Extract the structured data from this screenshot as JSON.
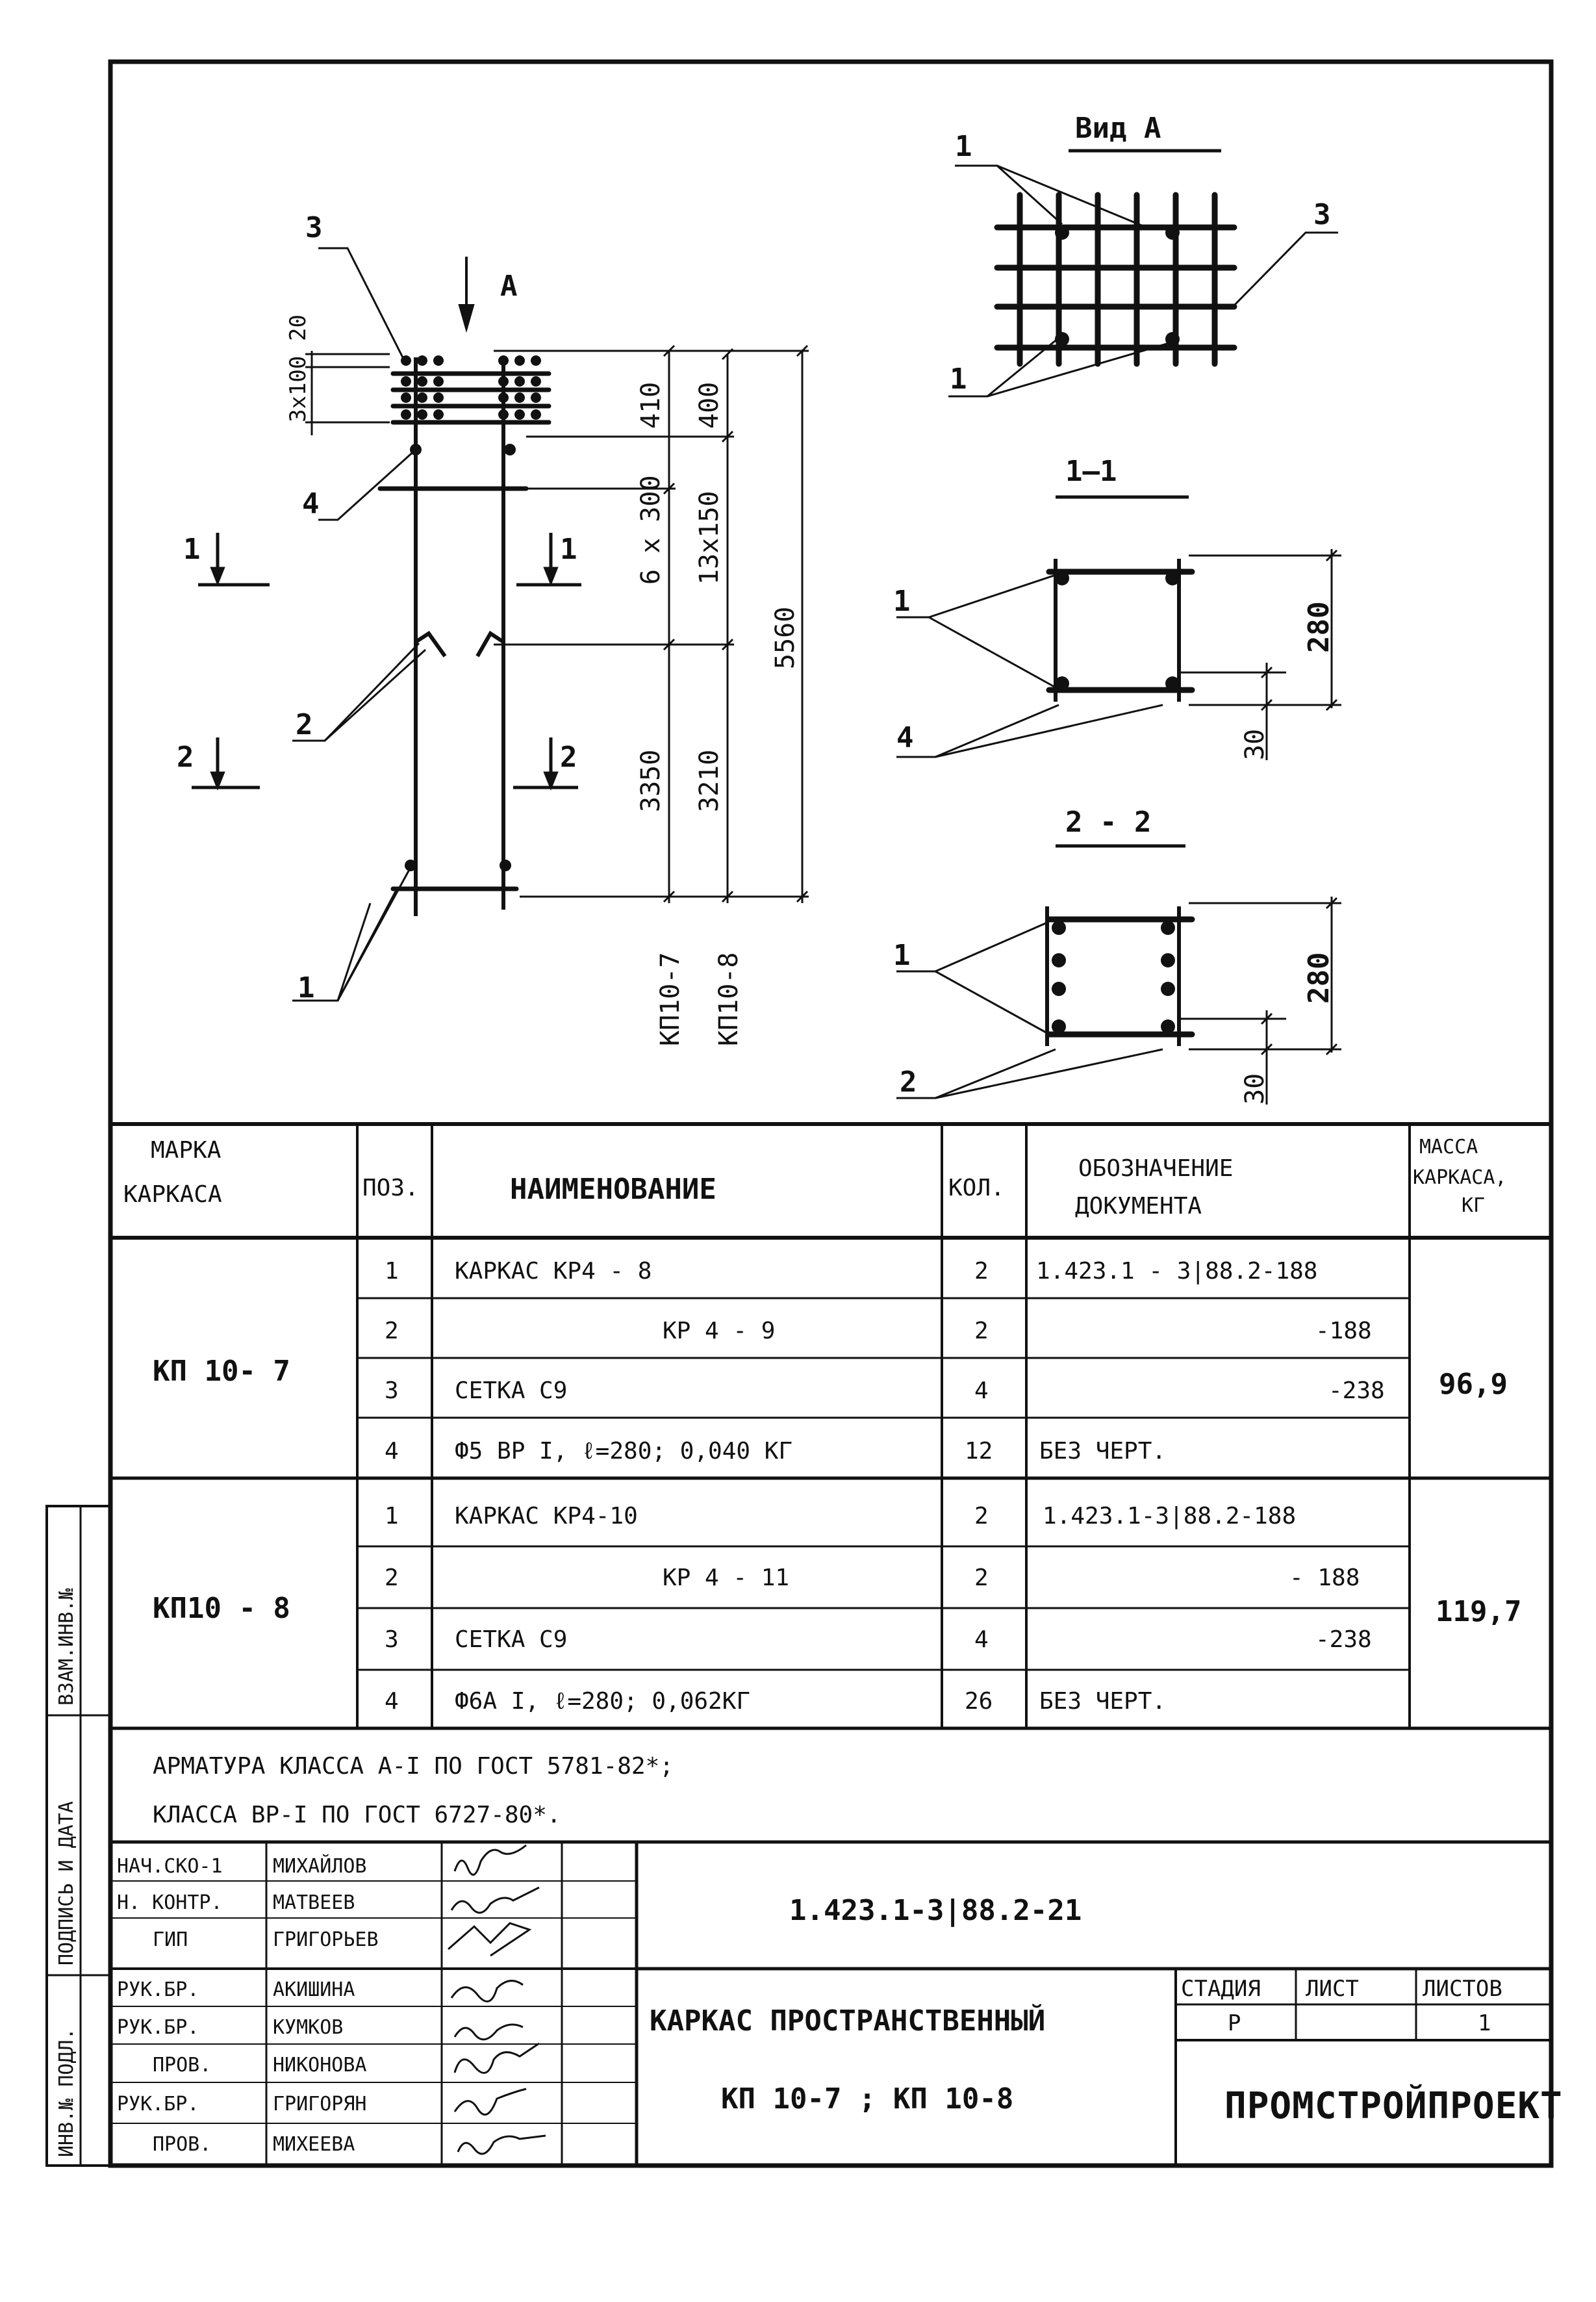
{
  "drawing": {
    "elevation": {
      "view_arrow_label": "А",
      "dims_left": [
        "20",
        "3x100"
      ],
      "dims_right": [
        "410",
        "6 x 300",
        "3350",
        "400",
        "13x150",
        "3210",
        "5560"
      ],
      "bottom_labels": [
        "КП10-7",
        "КП10-8"
      ],
      "callouts": [
        "3",
        "4",
        "2",
        "1"
      ],
      "section_markers": [
        "1",
        "1",
        "2",
        "2"
      ]
    },
    "view_a": {
      "title": "Вид А",
      "callouts": [
        "1",
        "1",
        "3"
      ]
    },
    "section_1": {
      "title": "1–1",
      "dim_height": "280",
      "dim_offset": "30",
      "callouts": [
        "1",
        "4"
      ]
    },
    "section_2": {
      "title": "2 - 2",
      "dim_height": "280",
      "dim_offset": "30",
      "callouts": [
        "1",
        "2"
      ]
    }
  },
  "spec_table": {
    "headers": {
      "mark": [
        "МАРКА",
        "КАРКАСА"
      ],
      "pos": "ПОЗ.",
      "name": "НАИМЕНОВАНИЕ",
      "qty": "КОЛ.",
      "doc": [
        "ОБОЗНАЧЕНИЕ",
        "ДОКУМЕНТА"
      ],
      "mass": [
        "МАССА",
        "КАРКАСА,",
        "КГ"
      ]
    },
    "groups": [
      {
        "mark": "КП 10- 7",
        "mass": "96,9",
        "rows": [
          {
            "pos": "1",
            "name": "КАРКАС  КР4 - 8",
            "qty": "2",
            "doc": "1.423.1 - 3|88.2-188"
          },
          {
            "pos": "2",
            "name": "КР 4 - 9",
            "qty": "2",
            "doc": "-188"
          },
          {
            "pos": "3",
            "name": "СЕТКА    С9",
            "qty": "4",
            "doc": "-238"
          },
          {
            "pos": "4",
            "name": "Ф5 ВР I, ℓ=280; 0,040 КГ",
            "qty": "12",
            "doc": "БЕЗ ЧЕРТ."
          }
        ]
      },
      {
        "mark": "КП10 - 8",
        "mass": "119,7",
        "rows": [
          {
            "pos": "1",
            "name": "КАРКАС   КР4-10",
            "qty": "2",
            "doc": "1.423.1-3|88.2-188"
          },
          {
            "pos": "2",
            "name": "КР 4 - 11",
            "qty": "2",
            "doc": "- 188"
          },
          {
            "pos": "3",
            "name": "СЕТКА     С9",
            "qty": "4",
            "doc": "-238"
          },
          {
            "pos": "4",
            "name": "Ф6А I, ℓ=280; 0,062КГ",
            "qty": "26",
            "doc": "БЕЗ ЧЕРТ."
          }
        ]
      }
    ]
  },
  "notes": [
    "АРМАТУРА  КЛАССА  А-I ПО ГОСТ 5781-82*;",
    "КЛАССА  ВР-I ПО ГОСТ 6727-80*."
  ],
  "side_stamp": [
    "ВЗАМ.ИНВ.№",
    "ПОДПИСЬ И ДАТА",
    "ИНВ.№ ПОДЛ."
  ],
  "title_block": {
    "doc_code": "1.423.1-3|88.2-21",
    "title_line1": "КАРКАС ПРОСТРАНСТВЕННЫЙ",
    "title_line2": "КП 10-7 ; КП 10-8",
    "stage_header": "СТАДИЯ",
    "sheet_header": "ЛИСТ",
    "sheets_header": "ЛИСТОВ",
    "stage": "Р",
    "sheet": "",
    "sheets": "1",
    "org": "ПРОМСТРОЙПРОЕКТ",
    "staff": [
      {
        "role": "НАЧ.СКО-1",
        "name": "МИХАЙЛОВ"
      },
      {
        "role": "Н. КОНТР.",
        "name": "МАТВЕЕВ"
      },
      {
        "role": "ГИП",
        "name": "ГРИГОРЬЕВ"
      },
      {
        "role": "РУК.БР.",
        "name": "АКИШИНА"
      },
      {
        "role": "РУК.БР.",
        "name": "КУМКОВ"
      },
      {
        "role": "ПРОВ.",
        "name": "НИКОНОВА"
      },
      {
        "role": "РУК.БР.",
        "name": "ГРИГОРЯН"
      },
      {
        "role": "ПРОВ.",
        "name": "МИХЕЕВА"
      }
    ]
  }
}
